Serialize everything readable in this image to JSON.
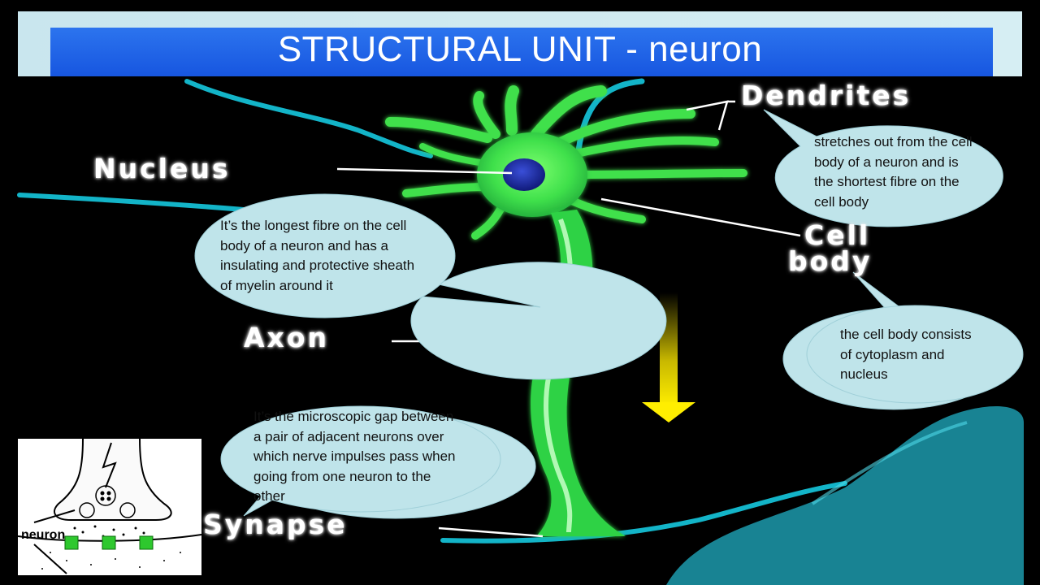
{
  "slide": {
    "title": "STRUCTURAL UNIT - neuron"
  },
  "labels": {
    "dendrites": "Dendrites",
    "nucleus": "Nucleus",
    "cell_body_line1": "Cell",
    "cell_body_line2": "body",
    "axon": "Axon",
    "synapse": "Synapse"
  },
  "callouts": {
    "dendrites": [
      " stretches out from the cell",
      "body of a neuron and is",
      "the shortest fibre  on the",
      "cell body"
    ],
    "axon": [
      "It’s the longest  fibre on the cell",
      "body of a neuron and has  a",
      "insulating and protective sheath",
      "of myelin around it"
    ],
    "cell_body": [
      "the cell body consists",
      "of cytoplasm and",
      "nucleus"
    ],
    "synapse": [
      "It’s the microscopic gap between",
      "a pair of adjacent neurons over",
      "which nerve impulses pass when",
      "going from one neuron to the",
      "other"
    ]
  },
  "inset": {
    "label": "neuron"
  },
  "colors": {
    "title_bar": "#1756e0",
    "neuron": "#33e04a",
    "callout_fill": "#bfe4ea",
    "arrow": "#ffee00"
  }
}
